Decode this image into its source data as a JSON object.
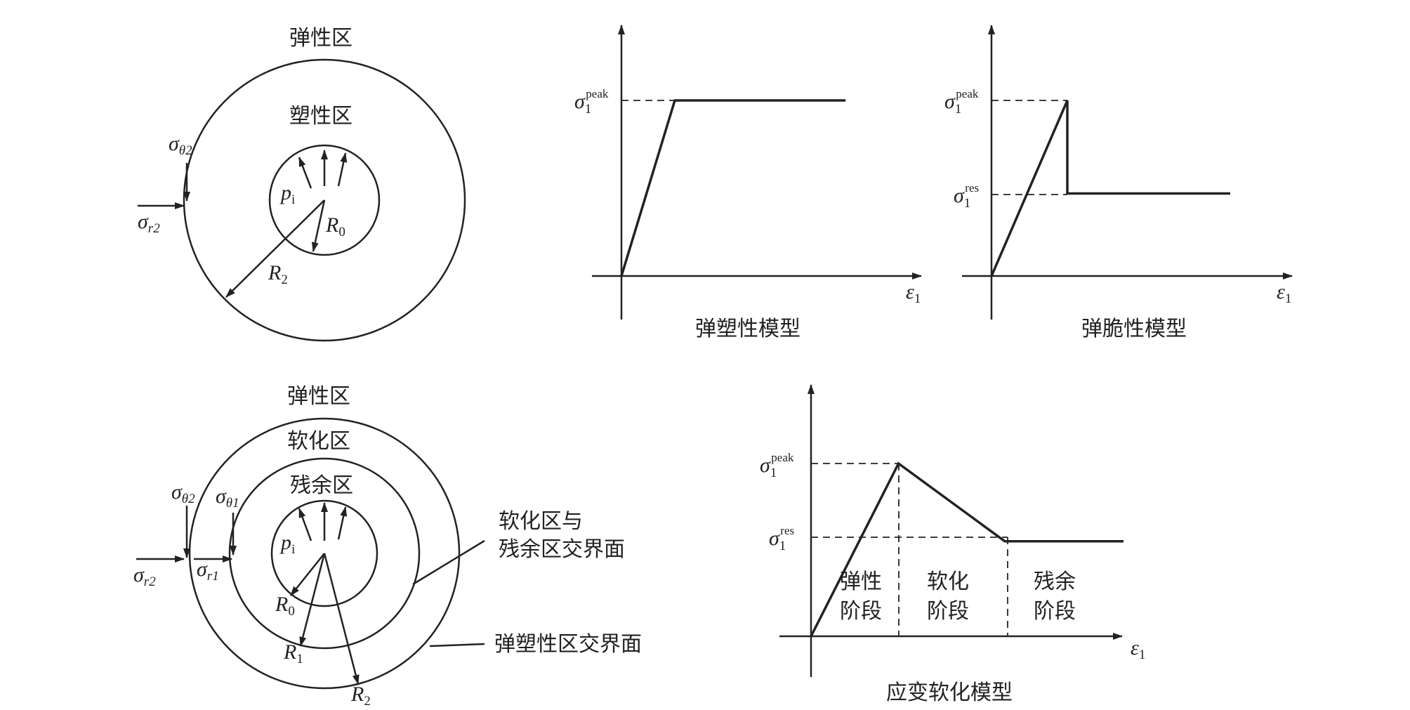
{
  "top_left": {
    "elastic_zone": "弹性区",
    "plastic_zone": "塑性区",
    "sigma_theta2": {
      "base": "σ",
      "sub": "θ2"
    },
    "sigma_r2": {
      "base": "σ",
      "sub": "r2"
    },
    "pi": {
      "base": "p",
      "sub": "i"
    },
    "R0": {
      "base": "R",
      "sub": "0"
    },
    "R2": {
      "base": "R",
      "sub": "2"
    }
  },
  "model_ep": {
    "caption": "弹塑性模型",
    "peak": {
      "base": "σ",
      "sub": "1",
      "sup": "peak"
    },
    "eps": {
      "base": "ε",
      "sub": "1"
    },
    "curve": [
      [
        0,
        0
      ],
      [
        0.2,
        1.0
      ],
      [
        0.84,
        1.0
      ]
    ]
  },
  "model_eb": {
    "caption": "弹脆性模型",
    "peak": {
      "base": "σ",
      "sub": "1",
      "sup": "peak"
    },
    "res": {
      "base": "σ",
      "sub": "1",
      "sup": "res"
    },
    "eps": {
      "base": "ε",
      "sub": "1"
    },
    "curve": [
      [
        0,
        0
      ],
      [
        0.27,
        1.0
      ],
      [
        0.27,
        0.47
      ],
      [
        0.85,
        0.47
      ]
    ]
  },
  "bottom_left": {
    "elastic_zone": "弹性区",
    "softening_zone": "软化区",
    "residual_zone": "残余区",
    "sigma_theta2": {
      "base": "σ",
      "sub": "θ2"
    },
    "sigma_theta1": {
      "base": "σ",
      "sub": "θ1"
    },
    "sigma_r2": {
      "base": "σ",
      "sub": "r2"
    },
    "sigma_r1": {
      "base": "σ",
      "sub": "r1"
    },
    "pi": {
      "base": "p",
      "sub": "i"
    },
    "R0": {
      "base": "R",
      "sub": "0"
    },
    "R1": {
      "base": "R",
      "sub": "1"
    },
    "R2": {
      "base": "R",
      "sub": "2"
    },
    "interface_soft_res_line1": "软化区与",
    "interface_soft_res_line2": "残余区交界面",
    "interface_ep": "弹塑性区交界面"
  },
  "model_ss": {
    "caption": "应变软化模型",
    "peak": {
      "base": "σ",
      "sub": "1",
      "sup": "peak"
    },
    "res": {
      "base": "σ",
      "sub": "1",
      "sup": "res"
    },
    "eps": {
      "base": "ε",
      "sub": "1"
    },
    "stage_elastic": [
      "弹性",
      "阶段"
    ],
    "stage_softening": [
      "软化",
      "阶段"
    ],
    "stage_residual": [
      "残余",
      "阶段"
    ],
    "curve": [
      [
        0,
        0
      ],
      [
        0.28,
        1.0
      ],
      [
        0.62,
        0.55
      ],
      [
        1.0,
        0.55
      ]
    ]
  }
}
